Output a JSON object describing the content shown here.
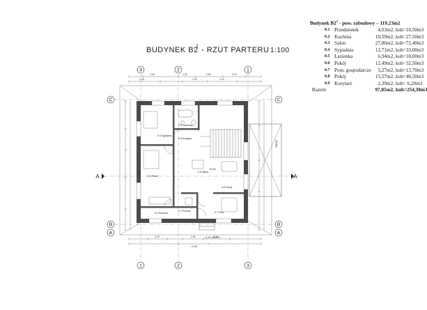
{
  "drawing": {
    "title_main": "BUDYNEK B2",
    "title_sup": "1",
    "title_rest": "- RZUT PARTERU",
    "scale": "1:100",
    "axis_labels": {
      "a": "A",
      "b": "B",
      "c": "C",
      "n1": "1",
      "n2": "2",
      "n3": "3"
    },
    "elevation_label": "+0,00",
    "entrance_label": "-0,15 (±0,00)"
  },
  "legend": {
    "header_a": "Budynek B2",
    "header_sup": "1",
    "header_b": " - pow. zabudowy – 119,23m2",
    "rooms": [
      {
        "num": "0.1",
        "name": "Przedsionek",
        "area": "4,03m2,",
        "vol": "kub=10,50m3"
      },
      {
        "num": "0.2",
        "name": "Kuchnia",
        "area": "10,59m2,",
        "vol": "kub=27,50m3"
      },
      {
        "num": "0.3",
        "name": "Salon",
        "area": "27,86m2,",
        "vol": "kub=72,40m3"
      },
      {
        "num": "0.4",
        "name": "Sypialnia",
        "area": "12,71m2,",
        "vol": "kub=33,00m3"
      },
      {
        "num": "0.5",
        "name": "Łazienka",
        "area": "6,94m2,",
        "vol": "kub=18,00m3"
      },
      {
        "num": "0.6",
        "name": "Pokój",
        "area": "12,49m2,",
        "vol": "kub=32,50m3"
      },
      {
        "num": "0.7",
        "name": "Pom. gospodarcze",
        "area": "5,27m2,",
        "vol": "kub=13,70m3"
      },
      {
        "num": "0.8",
        "name": "Pokój",
        "area": "15,57m2,",
        "vol": "kub=40,50m3"
      },
      {
        "num": "0.9",
        "name": "Korytarz",
        "area": "2,39m2,",
        "vol": "kub= 6,20m3"
      }
    ],
    "total": {
      "label": "Razem",
      "area": "97,85m2,",
      "vol": "kub=254,30m3"
    }
  },
  "colors": {
    "ink": "#1a1a1a",
    "wall": "#4a4a4a",
    "paper": "#ffffff"
  }
}
